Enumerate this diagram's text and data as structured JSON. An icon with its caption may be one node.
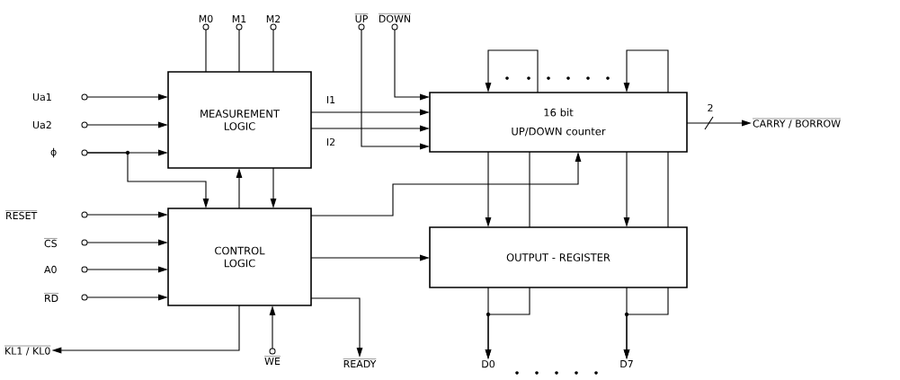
{
  "diagram": {
    "nodes": [
      {
        "text": [
          "MEASUREMENT LOGIC"
        ]
      },
      {
        "text": [
          "CONTROL LOGIC"
        ]
      },
      {
        "text": [
          "16 bit",
          "UP/DOWN counter"
        ]
      },
      {
        "text": [
          "OUTPUT - REGISTER"
        ]
      },
      {
        "text": [
          "M0"
        ]
      },
      {
        "text": [
          "M1"
        ]
      },
      {
        "text": [
          "M2"
        ]
      },
      {
        "text": [
          "UP"
        ]
      },
      {
        "text": [
          "DOWN"
        ]
      },
      {
        "text": [
          "Ua1"
        ]
      },
      {
        "text": [
          "Ua2"
        ]
      },
      {
        "text": [
          "ϕ"
        ]
      },
      {
        "text": [
          "RESET"
        ]
      },
      {
        "text": [
          "CS"
        ]
      },
      {
        "text": [
          "A0"
        ]
      },
      {
        "text": [
          "RD"
        ]
      },
      {
        "text": [
          "KL1 / KL0"
        ]
      },
      {
        "text": [
          "WE"
        ]
      },
      {
        "text": [
          "READY"
        ]
      },
      {
        "text": [
          "D0"
        ]
      },
      {
        "text": [
          "D7"
        ]
      },
      {
        "text": [
          "CARRY / BORROW"
        ]
      }
    ],
    "edges": [
      {
        "from": 4,
        "to": 0,
        "arrow": "none"
      },
      {
        "from": 5,
        "to": 0,
        "arrow": "none"
      },
      {
        "from": 6,
        "to": 0,
        "arrow": "none"
      },
      {
        "from": 7,
        "to": 2,
        "arrow": "to"
      },
      {
        "from": 8,
        "to": 2,
        "arrow": "to"
      },
      {
        "from": 9,
        "to": 0,
        "arrow": "to"
      },
      {
        "from": 10,
        "to": 0,
        "arrow": "to"
      },
      {
        "from": 11,
        "to": 0,
        "arrow": "to"
      },
      {
        "from": 11,
        "to": 1,
        "arrow": "to"
      },
      {
        "from": 0,
        "to": 2,
        "arrow": "to",
        "label": "I1"
      },
      {
        "from": 0,
        "to": 2,
        "arrow": "to",
        "label": "I2"
      },
      {
        "from": 0,
        "to": 1,
        "arrow": "to"
      },
      {
        "from": 1,
        "to": 0,
        "arrow": "to"
      },
      {
        "from": 12,
        "to": 1,
        "arrow": "to"
      },
      {
        "from": 13,
        "to": 1,
        "arrow": "to"
      },
      {
        "from": 14,
        "to": 1,
        "arrow": "to"
      },
      {
        "from": 15,
        "to": 1,
        "arrow": "to"
      },
      {
        "from": 1,
        "to": 16,
        "arrow": "to"
      },
      {
        "from": 17,
        "to": 1,
        "arrow": "to"
      },
      {
        "from": 1,
        "to": 18,
        "arrow": "to"
      },
      {
        "from": 1,
        "to": 2,
        "arrow": "to"
      },
      {
        "from": 1,
        "to": 3,
        "arrow": "to"
      },
      {
        "from": 2,
        "to": 2,
        "arrow": "to"
      },
      {
        "from": 2,
        "to": 2,
        "arrow": "to"
      },
      {
        "from": 2,
        "to": 3,
        "arrow": "to"
      },
      {
        "from": 3,
        "to": 2,
        "arrow": "none"
      },
      {
        "from": 2,
        "to": 3,
        "arrow": "to"
      },
      {
        "from": 3,
        "to": 2,
        "arrow": "none"
      },
      {
        "from": 3,
        "to": 19,
        "arrow": "to"
      },
      {
        "from": 3,
        "to": 19,
        "arrow": "to"
      },
      {
        "from": 3,
        "to": 20,
        "arrow": "to"
      },
      {
        "from": 3,
        "to": 20,
        "arrow": "to"
      },
      {
        "from": 2,
        "to": 21,
        "arrow": "to",
        "label": "2"
      }
    ]
  }
}
